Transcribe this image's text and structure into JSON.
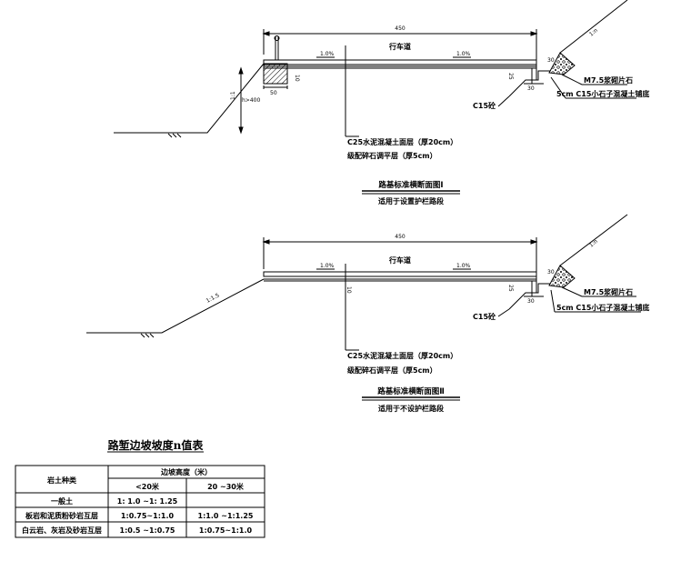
{
  "section1": {
    "width": "450",
    "carriageway": "行车道",
    "slope_left": "1.0%",
    "slope_right": "1.0%",
    "dim_50_left": "50",
    "dim_10": "10",
    "dim_h": "h>400",
    "cut_ratio": "1:n",
    "fill_ratio": "1:1",
    "dim_25": "25",
    "dim_30a": "30",
    "dim_30b": "30",
    "masonry": "M7.5浆砌片石",
    "bedding": "5cm C15小石子混凝土铺底",
    "c15": "C15砼",
    "layer1": "C25水泥混凝土面层（厚20cm）",
    "layer2": "级配碎石调平层（厚5cm）",
    "title": "路基标准横断面图Ⅰ",
    "subtitle": "适用于设置护栏路段"
  },
  "section2": {
    "width": "450",
    "carriageway": "行车道",
    "slope_left": "1.0%",
    "slope_right": "1.0%",
    "dim_10": "10",
    "fill_ratio": "1:1.5",
    "cut_ratio": "1:n",
    "dim_25": "25",
    "dim_30a": "30",
    "dim_30b": "30",
    "masonry": "M7.5浆砌片石",
    "bedding": "5cm C15小石子混凝土铺底",
    "c15": "C15砼",
    "layer1": "C25水泥混凝土面层（厚20cm）",
    "layer2": "级配碎石调平层（厚5cm）",
    "title": "路基标准横断面图Ⅱ",
    "subtitle": "适用于不设护栏路段"
  },
  "table": {
    "title": "路堑边坡坡度n值表",
    "header_soil": "岩土种类",
    "header_height": "边坡高度（米）",
    "header_col1": "<20米",
    "header_col2": "20 ~30米",
    "rows": [
      {
        "soil": "一般土",
        "c1": "1: 1.0 ~1: 1.25",
        "c2": ""
      },
      {
        "soil": "板岩和泥质粉砂岩互层",
        "c1": "1:0.75~1:1.0",
        "c2": "1:1.0 ~1:1.25"
      },
      {
        "soil": "白云岩、灰岩及砂岩互层",
        "c1": "1:0.5 ~1:0.75",
        "c2": "1:0.75~1:1.0"
      }
    ]
  }
}
